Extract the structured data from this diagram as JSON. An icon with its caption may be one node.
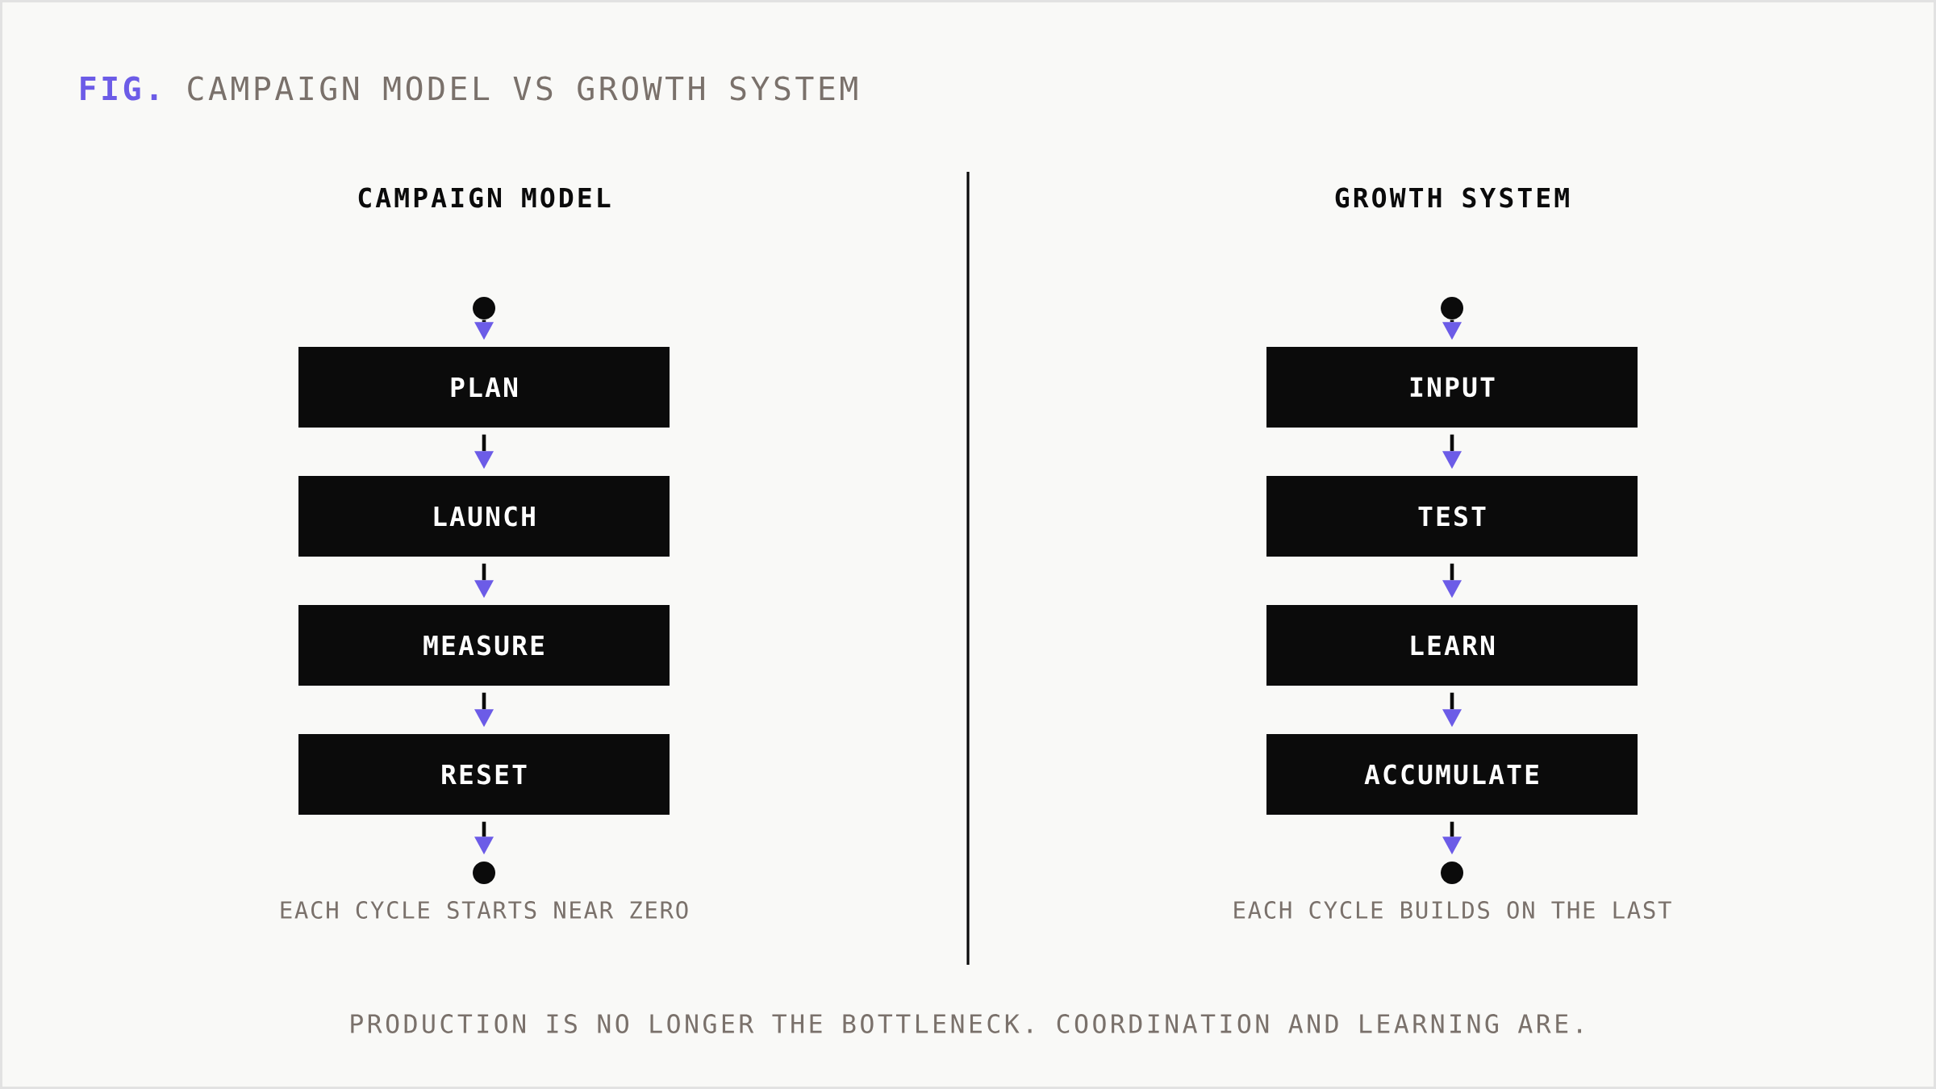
{
  "diagram": {
    "title": "**FIG.** CAMPAIGN MODEL VS GROWTH SYSTEM",
    "caption": "PRODUCTION IS NO LONGER THE BOTTLENECK. COORDINATION AND LEARNING ARE.",
    "nodes": [
      {
        "text": [],
        "shape": "circle"
      },
      {
        "text": [
          "PLAN"
        ]
      },
      {
        "text": [
          "LAUNCH"
        ]
      },
      {
        "text": [
          "MEASURE"
        ]
      },
      {
        "text": [
          "RESET"
        ]
      },
      {
        "text": [],
        "shape": "circle"
      },
      {
        "text": [],
        "shape": "circle"
      },
      {
        "text": [
          "INPUT"
        ]
      },
      {
        "text": [
          "TEST"
        ]
      },
      {
        "text": [
          "LEARN"
        ]
      },
      {
        "text": [
          "ACCUMULATE"
        ]
      },
      {
        "text": [],
        "shape": "circle"
      }
    ],
    "edges": [
      {
        "from": 0,
        "to": 1,
        "arrow": "to"
      },
      {
        "from": 1,
        "to": 2,
        "arrow": "to"
      },
      {
        "from": 2,
        "to": 3,
        "arrow": "to"
      },
      {
        "from": 3,
        "to": 4,
        "arrow": "to"
      },
      {
        "from": 4,
        "to": 5,
        "arrow": "to"
      },
      {
        "from": 6,
        "to": 7,
        "arrow": "to"
      },
      {
        "from": 7,
        "to": 8,
        "arrow": "to"
      },
      {
        "from": 8,
        "to": 9,
        "arrow": "to"
      },
      {
        "from": 9,
        "to": 10,
        "arrow": "to"
      },
      {
        "from": 10,
        "to": 11,
        "arrow": "to"
      }
    ],
    "labels": [
      "CAMPAIGN MODEL",
      "GROWTH SYSTEM",
      "EACH CYCLE STARTS NEAR ZERO",
      "EACH CYCLE BUILDS ON THE LAST"
    ]
  }
}
